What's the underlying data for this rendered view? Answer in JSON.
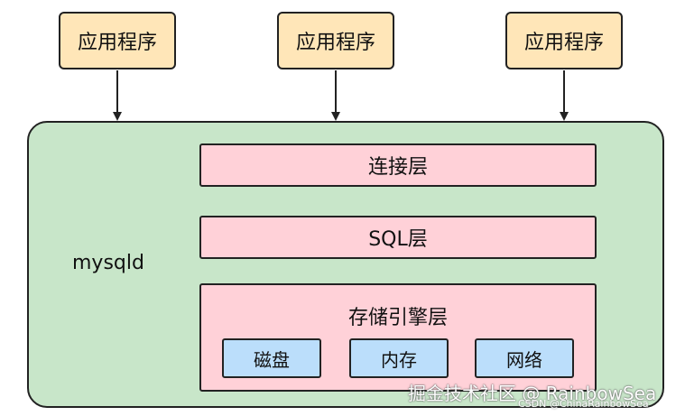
{
  "clients": [
    {
      "label": "应用程序"
    },
    {
      "label": "应用程序"
    },
    {
      "label": "应用程序"
    }
  ],
  "server": {
    "label": "mysqld",
    "layers": {
      "connection": "连接层",
      "sql": "SQL层",
      "storage": {
        "title": "存储引擎层",
        "components": [
          "磁盘",
          "内存",
          "网络"
        ]
      }
    }
  },
  "watermark": {
    "main": "掘金技术社区 @ RainbowSea",
    "sub": "CSDN @ChinaRainbowSea"
  },
  "colors": {
    "client_fill": "#ffe6b8",
    "server_fill": "#c8e6c9",
    "layer_fill": "#ffd1d8",
    "component_fill": "#bbdefb",
    "stroke": "#222222"
  }
}
